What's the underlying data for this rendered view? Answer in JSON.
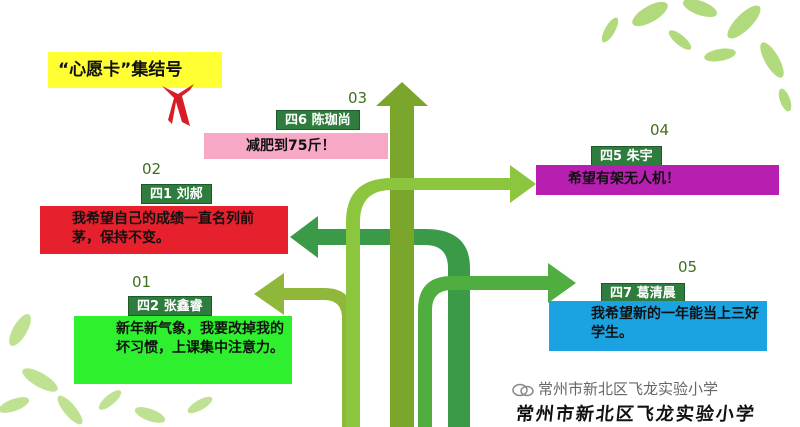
{
  "title_card": {
    "text": "“心愿卡”集结号"
  },
  "wishes": [
    {
      "number": "03",
      "name": "四6 陈珈尚",
      "text": "减肥到75斤！",
      "color": "#f7a8c6"
    },
    {
      "number": "02",
      "name": "四1 刘郝",
      "text": "我希望自己的成绩一直名列前茅，保持不变。",
      "color": "#e6202c"
    },
    {
      "number": "04",
      "name": "四5 朱宇",
      "text": "希望有架无人机！",
      "color": "#b71fb0"
    },
    {
      "number": "01",
      "name": "四2 张鑫睿",
      "text": "新年新气象，我要改掉我的坏习惯，上课集中注意力。",
      "color": "#2ef02e"
    },
    {
      "number": "05",
      "name": "四7 葛清晨",
      "text": "我希望新的一年能当上三好学生。",
      "color": "#1aa3e0"
    }
  ],
  "watermark": {
    "account": "常州市新北区飞龙实验小学",
    "school": "常州市新北区飞龙实验小学",
    "icon": "wechat-icon"
  },
  "colors": {
    "arrow_light": "#8dc63f",
    "arrow_dark": "#2e9a3e",
    "arrow_olive": "#77a02a",
    "leaf": "#a6d46a"
  }
}
